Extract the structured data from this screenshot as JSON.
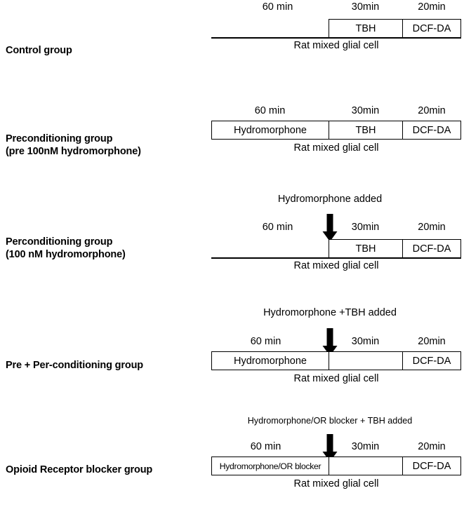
{
  "figure": {
    "caption_repeated": "Rat mixed glial cell",
    "colors": {
      "ink": "#000000",
      "background": "#ffffff"
    }
  },
  "rows": [
    {
      "id": "control",
      "label": "Control group",
      "durations": [
        "60 min",
        "30min",
        "20min"
      ],
      "boxes": [
        "TBH",
        "DCF-DA"
      ],
      "caption": "Rat mixed glial cell",
      "annotation": null,
      "arrow": false
    },
    {
      "id": "preconditioning",
      "label": "Preconditioning group\n(pre 100nM hydromorphone)",
      "durations": [
        "60 min",
        "30min",
        "20min"
      ],
      "boxes": [
        "Hydromorphone",
        "TBH",
        "DCF-DA"
      ],
      "caption": "Rat mixed glial cell",
      "annotation": null,
      "arrow": false
    },
    {
      "id": "perconditioning",
      "label": "Perconditioning group\n(100 nM hydromorphone)",
      "durations": [
        "60 min",
        "30min",
        "20min"
      ],
      "boxes": [
        "TBH",
        "DCF-DA"
      ],
      "caption": "Rat mixed glial cell",
      "annotation": "Hydromorphone added",
      "arrow": true
    },
    {
      "id": "pre-per-conditioning",
      "label": "Pre + Per-conditioning group",
      "durations": [
        "60 min",
        "30min",
        "20min"
      ],
      "boxes": [
        "Hydromorphone",
        "",
        "DCF-DA"
      ],
      "caption": "Rat mixed glial cell",
      "annotation": "Hydromorphone +TBH added",
      "arrow": true
    },
    {
      "id": "opioid-receptor-blocker",
      "label": "Opioid Receptor blocker group",
      "durations": [
        "60 min",
        "30min",
        "20min"
      ],
      "boxes": [
        "Hydromorphone/OR blocker",
        "",
        "DCF-DA"
      ],
      "caption": "Rat mixed glial cell",
      "annotation": "Hydromorphone/OR blocker + TBH added",
      "arrow": true
    }
  ]
}
